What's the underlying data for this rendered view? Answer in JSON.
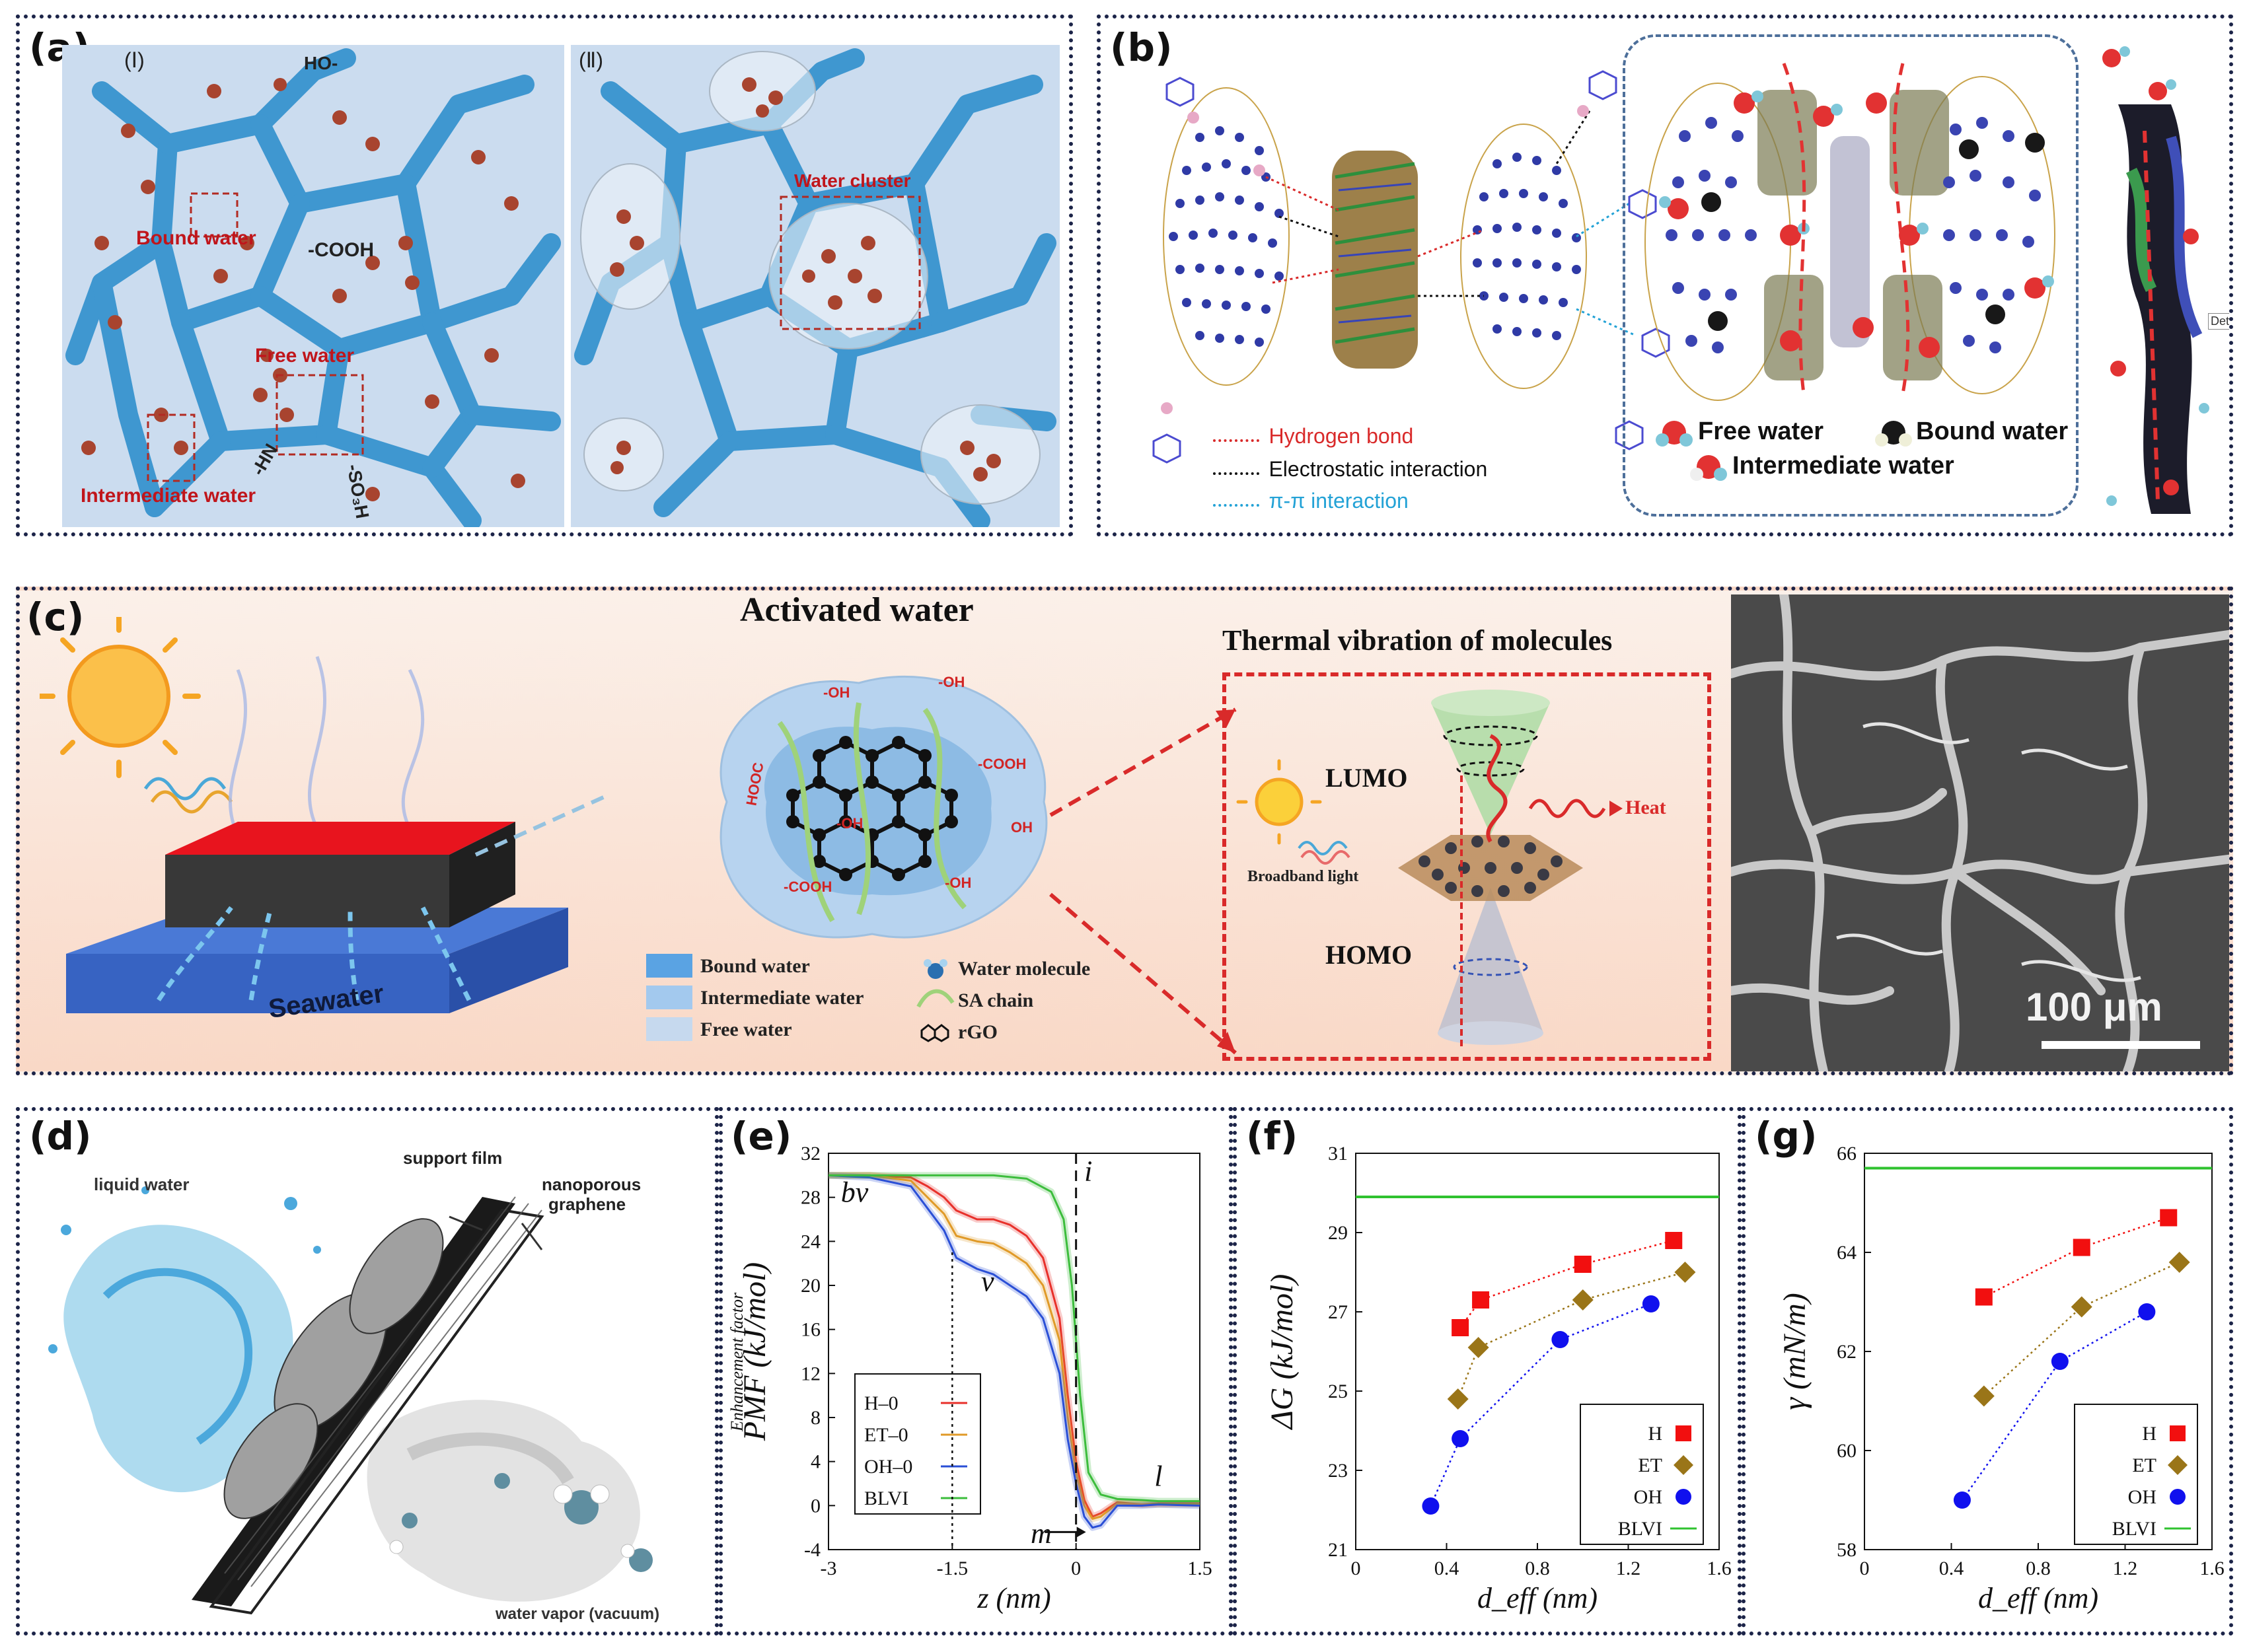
{
  "panels": {
    "a": {
      "label": "(a)",
      "sub_left": "(Ⅰ)",
      "sub_right": "(Ⅱ)",
      "bound_water": "Bound water",
      "free_water": "Free water",
      "intermediate_water": "Intermediate water",
      "water_cluster": "Water cluster",
      "cooh": "-COOH",
      "ho": "HO-",
      "hn": "-HN",
      "so3h": "-SO₃H"
    },
    "b": {
      "label": "(b)",
      "hydrogen_bond": "Hydrogen bond",
      "electrostatic": "Electrostatic interaction",
      "pi_pi": "π-π interaction",
      "free_water": "Free water",
      "bound_water": "Bound water",
      "intermediate_water": "Intermediate  water",
      "cut_text": "Det"
    },
    "c": {
      "label": "(c)",
      "title": "Activated water",
      "subtitle": "Thermal vibration of molecules",
      "seawater": "Seawater",
      "legend": [
        "Bound water",
        "Intermediate water",
        "Free water"
      ],
      "legend2": [
        "Water molecule",
        "SA chain",
        "rGO"
      ],
      "lumo": "LUMO",
      "homo": "HOMO",
      "heat": "Heat",
      "broadband": "Broadband light",
      "groups": [
        "-OH",
        "-OH",
        "HOOC",
        "-COOH",
        "-OH",
        "-COOH",
        "-OH",
        "OH"
      ],
      "scale_bar": "100 μm"
    },
    "d": {
      "label": "(d)",
      "liquid_water": "liquid water",
      "support_film": "support film",
      "nanoporous": "nanoporous",
      "graphene": "graphene",
      "vapor": "water vapor (vacuum)"
    },
    "e": {
      "label": "(e)",
      "side_label": "Enhancement factor"
    },
    "f": {
      "label": "(f)"
    },
    "g": {
      "label": "(g)"
    }
  },
  "chart_data": [
    {
      "type": "line",
      "panel": "e",
      "xlabel": "z (nm)",
      "ylabel": "PMF (kJ/mol)",
      "xlim": [
        -3,
        1.5
      ],
      "ylim": [
        -4,
        32
      ],
      "xticks": [
        "-3",
        "-1.5",
        "0",
        "1.5"
      ],
      "yticks": [
        "-4",
        "0",
        "4",
        "8",
        "12",
        "16",
        "20",
        "24",
        "28",
        "32"
      ],
      "annotations": [
        "bv",
        "v",
        "i",
        "l",
        "m"
      ],
      "legend_position": "bottom-left",
      "series": [
        {
          "name": "H–0",
          "color": "#e8302a",
          "x": [
            -3,
            -2.5,
            -2.0,
            -1.8,
            -1.6,
            -1.45,
            -1.2,
            -1.0,
            -0.8,
            -0.6,
            -0.4,
            -0.2,
            -0.1,
            0,
            0.1,
            0.2,
            0.3,
            0.5,
            0.8,
            1.0,
            1.5
          ],
          "y": [
            30,
            30,
            29.8,
            29,
            28,
            26.8,
            26,
            26,
            25.5,
            24.5,
            22.5,
            17,
            10,
            4,
            0.5,
            -1,
            -0.7,
            0.3,
            0.1,
            0.2,
            0.2
          ]
        },
        {
          "name": "ET–0",
          "color": "#e09a28",
          "x": [
            -3,
            -2.5,
            -2.0,
            -1.8,
            -1.6,
            -1.45,
            -1.2,
            -1.0,
            -0.8,
            -0.6,
            -0.4,
            -0.2,
            -0.1,
            0,
            0.1,
            0.2,
            0.3,
            0.5,
            0.8,
            1.0,
            1.5
          ],
          "y": [
            30,
            30,
            29.5,
            28,
            26.5,
            24.5,
            24,
            23.8,
            23,
            22,
            20,
            15,
            8,
            3,
            0,
            -1.2,
            -1,
            0.2,
            0.1,
            0.1,
            0.1
          ]
        },
        {
          "name": "OH–0",
          "color": "#2a4fd6",
          "x": [
            -3,
            -2.5,
            -2.0,
            -1.8,
            -1.6,
            -1.45,
            -1.2,
            -1.0,
            -0.8,
            -0.6,
            -0.4,
            -0.2,
            -0.1,
            0,
            0.1,
            0.2,
            0.3,
            0.5,
            0.8,
            1.0,
            1.5
          ],
          "y": [
            30,
            29.8,
            29,
            27,
            25,
            22.5,
            21.5,
            21,
            20,
            19,
            17,
            12,
            6,
            2,
            -1,
            -2,
            -1.8,
            0,
            0,
            0.1,
            0
          ]
        },
        {
          "name": "BLVI",
          "color": "#3cbd3c",
          "x": [
            -3,
            -2.5,
            -2.0,
            -1.5,
            -1.0,
            -0.6,
            -0.3,
            -0.15,
            -0.05,
            0.05,
            0.15,
            0.3,
            0.5,
            0.8,
            1.0,
            1.5
          ],
          "y": [
            30,
            30,
            30,
            30,
            30,
            29.7,
            28.5,
            26,
            20,
            10,
            3,
            1,
            0.6,
            0.5,
            0.4,
            0.4
          ]
        }
      ]
    },
    {
      "type": "scatter",
      "panel": "f",
      "xlabel": "d_eff (nm)",
      "ylabel": "ΔG (kJ/mol)",
      "xlim": [
        0,
        1.6
      ],
      "ylim": [
        21,
        31
      ],
      "xticks": [
        "0",
        "0.4",
        "0.8",
        "1.2",
        "1.6"
      ],
      "yticks": [
        "21",
        "23",
        "25",
        "27",
        "29",
        "31"
      ],
      "legend_position": "bottom-right",
      "series": [
        {
          "name": "H",
          "color": "#f20f0f",
          "marker": "square",
          "x": [
            0.46,
            0.55,
            1.0,
            1.4
          ],
          "y": [
            26.6,
            27.3,
            28.2,
            28.8
          ]
        },
        {
          "name": "ET",
          "color": "#9a7518",
          "marker": "diamond",
          "x": [
            0.45,
            0.54,
            1.0,
            1.45
          ],
          "y": [
            24.8,
            26.1,
            27.3,
            28.0
          ]
        },
        {
          "name": "OH",
          "color": "#1010ee",
          "marker": "circle",
          "x": [
            0.33,
            0.46,
            0.9,
            1.3
          ],
          "y": [
            22.1,
            23.8,
            26.3,
            27.2
          ]
        },
        {
          "name": "BLVI",
          "color": "#2fc22f",
          "marker": "line",
          "x": [
            0,
            1.6
          ],
          "y": [
            29.9,
            29.9
          ]
        }
      ]
    },
    {
      "type": "scatter",
      "panel": "g",
      "xlabel": "d_eff (nm)",
      "ylabel": "γ (mN/m)",
      "xlim": [
        0,
        1.6
      ],
      "ylim": [
        58,
        66
      ],
      "xticks": [
        "0",
        "0.4",
        "0.8",
        "1.2",
        "1.6"
      ],
      "yticks": [
        "58",
        "60",
        "62",
        "64",
        "66"
      ],
      "legend_position": "bottom-right",
      "series": [
        {
          "name": "H",
          "color": "#f20f0f",
          "marker": "square",
          "x": [
            0.55,
            1.0,
            1.4
          ],
          "y": [
            63.1,
            64.1,
            64.7
          ]
        },
        {
          "name": "ET",
          "color": "#9a7518",
          "marker": "diamond",
          "x": [
            0.55,
            1.0,
            1.45
          ],
          "y": [
            61.1,
            62.9,
            63.8
          ]
        },
        {
          "name": "OH",
          "color": "#1010ee",
          "marker": "circle",
          "x": [
            0.45,
            0.9,
            1.3
          ],
          "y": [
            59.0,
            61.8,
            62.8
          ]
        },
        {
          "name": "BLVI",
          "color": "#2fc22f",
          "marker": "line",
          "x": [
            0,
            1.6
          ],
          "y": [
            65.7,
            65.7
          ]
        }
      ]
    }
  ]
}
